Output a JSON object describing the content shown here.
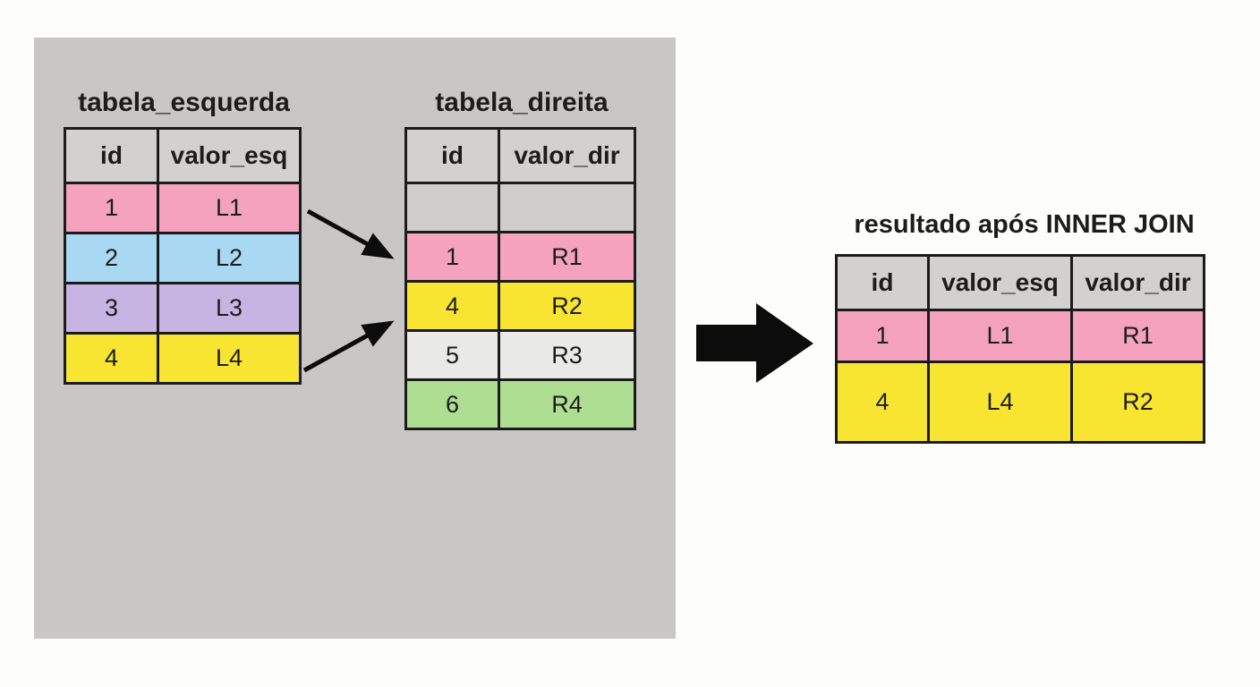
{
  "tables": {
    "left": {
      "title": "tabela_esquerda",
      "headers": [
        "id",
        "valor_esq"
      ],
      "rows": [
        {
          "cells": [
            "1",
            "L1"
          ],
          "bg": "#f4a2bd"
        },
        {
          "cells": [
            "2",
            "L2"
          ],
          "bg": "#a8d8f2"
        },
        {
          "cells": [
            "3",
            "L3"
          ],
          "bg": "#c8b4e2"
        },
        {
          "cells": [
            "4",
            "L4"
          ],
          "bg": "#f8e531"
        }
      ]
    },
    "right": {
      "title": "tabela_direita",
      "headers": [
        "id",
        "valor_dir"
      ],
      "rows": [
        {
          "cells": [
            "",
            ""
          ],
          "bg": "#cfcecc"
        },
        {
          "cells": [
            "1",
            "R1"
          ],
          "bg": "#f4a2bd"
        },
        {
          "cells": [
            "4",
            "R2"
          ],
          "bg": "#f8e531"
        },
        {
          "cells": [
            "5",
            "R3"
          ],
          "bg": "#e9e9e7"
        },
        {
          "cells": [
            "6",
            "R4"
          ],
          "bg": "#aede92"
        }
      ]
    },
    "result": {
      "title": "resultado após INNER JOIN",
      "headers": [
        "id",
        "valor_esq",
        "valor_dir"
      ],
      "rows": [
        {
          "cells": [
            "1",
            "L1",
            "R1"
          ],
          "bg": "#f4a2bd"
        },
        {
          "cells": [
            "4",
            "L4",
            "R2"
          ],
          "bg": "#f8e531"
        }
      ]
    }
  },
  "icons": {
    "match_arrow_1": "arrow connecting row id=1 of left table to row id=1 of right table",
    "match_arrow_2": "arrow connecting row id=4 of left table to row id=4 of right table",
    "join_arrow": "large black right-pointing block arrow"
  },
  "colors": {
    "background": "#fdfdfb",
    "panel": "#c8c7c5",
    "header_cell": "#d2d1cf",
    "border": "#1b1b1b",
    "arrow": "#0c0c0c",
    "pink": "#f4a2bd",
    "blue": "#a8d8f2",
    "purple": "#c8b4e2",
    "yellow": "#f8e531",
    "light_gray": "#e9e9e7",
    "green": "#aede92"
  }
}
